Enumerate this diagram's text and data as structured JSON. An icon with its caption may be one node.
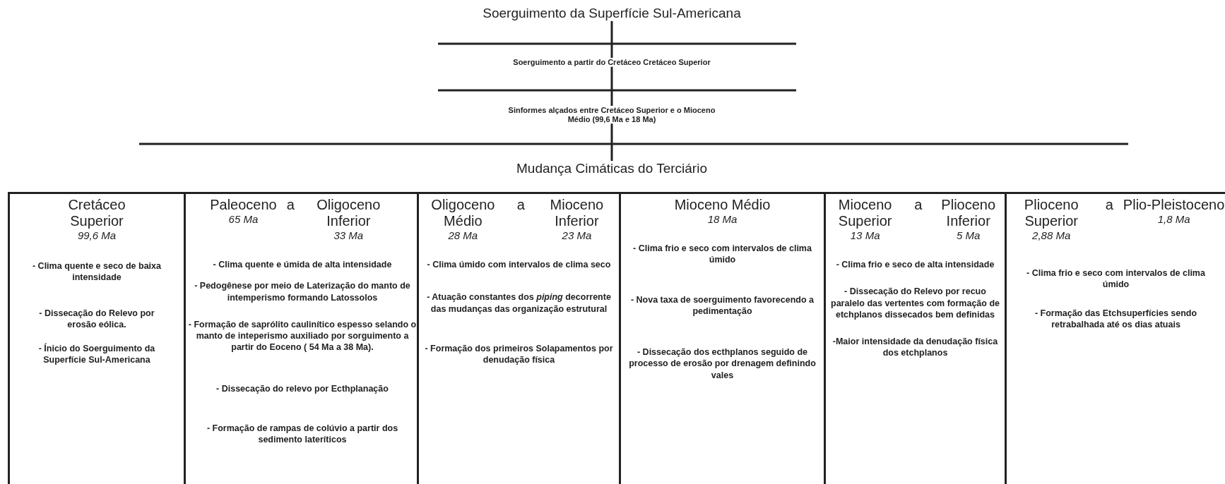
{
  "diagram": {
    "nodes": [
      {
        "text": [
          "Soerguimento da Superfície Sul-Americana"
        ]
      },
      {
        "text": [
          "Soerguimento a partir do Cretáceo Cretáceo Superior"
        ]
      },
      {
        "text": [
          "Sinformes alçados entre Cretáceo Superior e o Mioceno Médio (99,6 Ma e 18 Ma)"
        ]
      },
      {
        "text": [
          "Mudança Cimáticas do Terciário"
        ]
      },
      {
        "text": [
          "Cretáceo Superior",
          "99,6 Ma",
          "- Clima quente e seco de baixa intensidade",
          "- Dissecação do Relevo por erosão eólica.",
          "- Ínicio do Soerguimento da Superfície Sul-Americana"
        ]
      },
      {
        "text": [
          "Paleoceno",
          "65 Ma",
          "a",
          "Oligoceno Inferior",
          "33 Ma",
          "- Clima quente e úmida de alta intensidade",
          "- Pedogênese por meio de Laterização do manto de intemperismo formando Latossolos",
          "- Formação de saprólito caulinítico espesso selando o manto de inteperismo auxiliado por sorguimento a partir do Eoceno ( 54 Ma a 38 Ma).",
          "- Dissecação do relevo por Ecthplanação",
          "- Formação de rampas de colúvio a partir dos sedimento lateríticos"
        ]
      },
      {
        "text": [
          "Oligoceno Médio",
          "28 Ma",
          "a",
          "Mioceno Inferior",
          "23 Ma",
          "- Clima úmido com intervalos de clima seco",
          "- Atuação constantes dos *piping* decorrente das mudanças das organização estrutural",
          "- Formação dos primeiros Solapamentos por denudação física"
        ]
      },
      {
        "text": [
          "Mioceno Médio",
          "18 Ma",
          "- Clima frio e seco com intervalos de clima úmido",
          "- Nova taxa de soerguimento favorecendo a pedimentação",
          "- Dissecação dos ecthplanos seguido de processo de erosão por drenagem definindo vales"
        ]
      },
      {
        "text": [
          "Mioceno Superior",
          "13 Ma",
          "a",
          "Plioceno Inferior",
          "5 Ma",
          "- Clima frio e seco de alta intensidade",
          "- Dissecação do Relevo por recuo paralelo das vertentes com formação de etchplanos dissecados bem definidas",
          "-Maior intensidade da denudação física dos etchplanos"
        ]
      },
      {
        "text": [
          "Plioceno Superior",
          "2,88 Ma",
          "a",
          "Plio-Pleistoceno",
          "1,8 Ma",
          "- Clima frio e seco com intervalos de clima úmido",
          "- Formação das Etchsuperfícies sendo retrabalhada até os dias atuais"
        ]
      }
    ],
    "edges": [
      {
        "from": 0,
        "to": 1,
        "arrow": "none"
      },
      {
        "from": 1,
        "to": 2,
        "arrow": "none"
      },
      {
        "from": 2,
        "to": 3,
        "arrow": "none"
      }
    ]
  }
}
